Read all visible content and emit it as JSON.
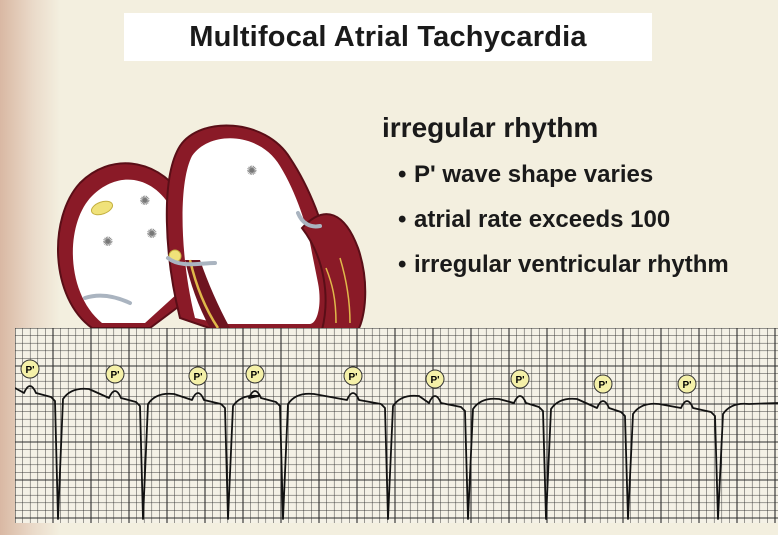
{
  "title": "Multifocal Atrial Tachycardia",
  "description": {
    "heading": "irregular rhythm",
    "bullets": [
      "P' wave shape varies",
      "atrial rate exceeds 100",
      "irregular ventricular rhythm"
    ]
  },
  "ecg": {
    "marker_label": "P'",
    "marker_count": 9
  },
  "colors": {
    "background": "#f3efdf",
    "heart_wall": "#8a1a27",
    "heart_outline": "#5a0e17",
    "ecg_grid": "#2d2d2d",
    "ecg_trace": "#111111",
    "marker_fill": "#f4f0a8"
  },
  "icons": [
    "heart-cross-section",
    "ectopic-focus-star"
  ]
}
